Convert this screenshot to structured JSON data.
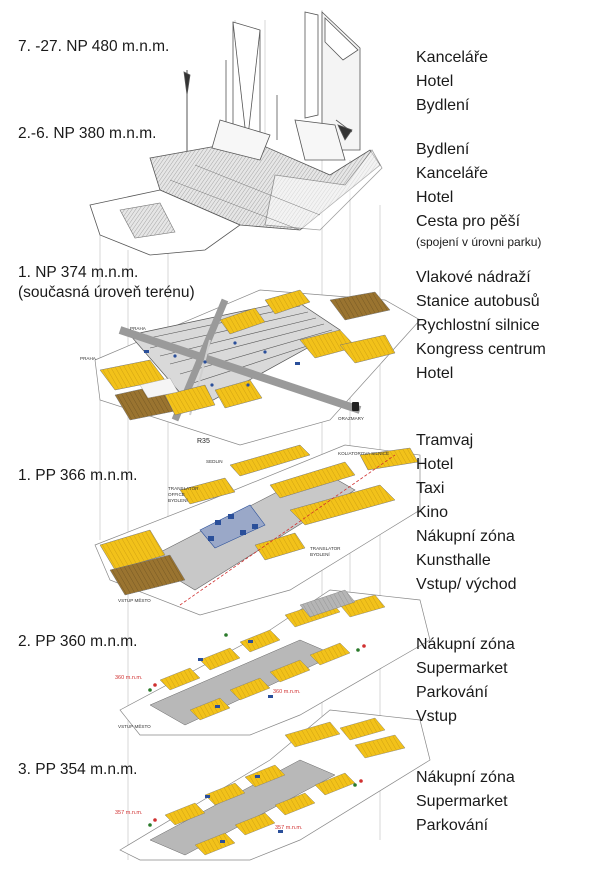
{
  "levels": [
    {
      "name": "level-7-27",
      "label": "7. -27. NP 480 m.n.m.",
      "sub": "",
      "uses": [
        "Kanceláře",
        "Hotel",
        "Bydlení"
      ]
    },
    {
      "name": "level-2-6",
      "label": "2.-6. NP 380 m.n.m.",
      "sub": "",
      "uses": [
        "Bydlení",
        "Kanceláře",
        "Hotel",
        "Cesta pro pěší"
      ],
      "note": "(spojení v úrovni parku)"
    },
    {
      "name": "level-1np",
      "label": "1. NP 374 m.n.m.",
      "sub": "(současná úroveň terénu)",
      "uses": [
        "Vlakové nádraží",
        "Stanice autobusů",
        "Rychlostní silnice",
        "Kongress centrum",
        "Hotel"
      ]
    },
    {
      "name": "level-1pp",
      "label": "1. PP 366 m.n.m.",
      "sub": "",
      "uses": [
        "Tramvaj",
        "Hotel",
        "Taxi",
        "Kino",
        "Nákupní zóna",
        "Kunsthalle",
        "Vstup/ východ"
      ]
    },
    {
      "name": "level-2pp",
      "label": "2. PP 360 m.n.m.",
      "sub": "",
      "uses": [
        "Nákupní zóna",
        "Supermarket",
        "Parkování",
        "Vstup"
      ]
    },
    {
      "name": "level-3pp",
      "label": "3. PP 354 m.n.m.",
      "sub": "",
      "uses": [
        "Nákupní zóna",
        "Supermarket",
        "Parkování"
      ]
    }
  ],
  "map_labels": {
    "praha_1": "PRAHA",
    "praha_2": "PRAHA",
    "r35": "R35",
    "sedlin": "SEDLIN",
    "koliatorova": "KOLIATOROVA SILNICE",
    "ordazmary": "ORAZMARY",
    "translator_office": "TRANSLATOR",
    "office": "OFFICE",
    "bydleni_1": "BYDLENÍ",
    "translator_2": "TRANSLATOR",
    "bydleni_2": "BYDLENÍ",
    "vstup_mesto_1": "VSTUP MĚSTO",
    "vstup_mesto_2": "VSTUP MĚSTO",
    "elev_360_a": "360 m.n.m.",
    "elev_360_b": "360 m.n.m.",
    "elev_357_a": "357 m.n.m.",
    "elev_357_b": "357 m.n.m."
  },
  "colors": {
    "yellow": "#f2c21a",
    "brown": "#9a7430",
    "grey": "#a8a8a8",
    "dark": "#5a5a5a",
    "line": "#7a7a7a",
    "red": "#d03030",
    "blue": "#2a4f9a"
  }
}
